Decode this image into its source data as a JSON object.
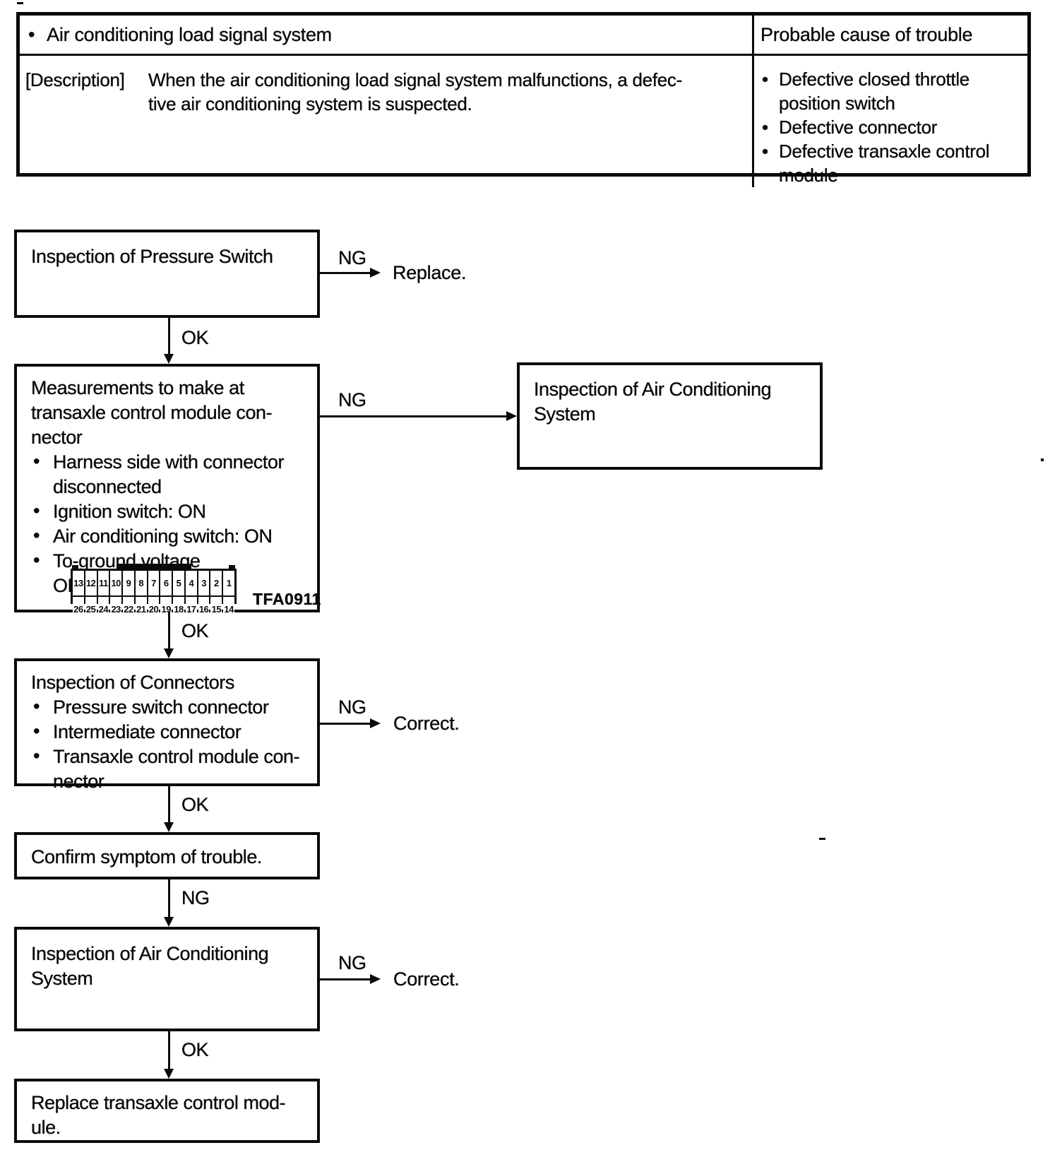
{
  "glyphs": {
    "bullet": "•"
  },
  "summary_table": {
    "system_title": "Air conditioning load signal system",
    "probable_cause_header": "Probable cause of trouble",
    "description_label": "[Description]",
    "description_lines": [
      "When the air conditioning load signal system malfunctions, a defec-",
      "tive air conditioning system is suspected."
    ],
    "probable_causes": [
      "Defective closed throttle position switch",
      "Defective connector",
      "Defective transaxle control module"
    ]
  },
  "flowchart": {
    "step1": {
      "title": "Inspection of Pressure Switch"
    },
    "step1_result": {
      "label": "NG",
      "action": "Replace."
    },
    "step1_ok": "OK",
    "step2": {
      "heading_lines": [
        "Measurements to make at",
        "transaxle control module con-",
        "nector"
      ],
      "bullets": [
        {
          "lines": [
            "Harness side with connector",
            "disconnected"
          ]
        },
        {
          "lines": [
            "Ignition switch: ON"
          ]
        },
        {
          "lines": [
            "Air conditioning switch: ON"
          ]
        },
        {
          "lines": [
            "To-ground voltage",
            "OK: Battery voltage"
          ]
        }
      ],
      "connector_diagram": {
        "top_row_pins": [
          "13",
          "12",
          "11",
          "10",
          "9",
          "8",
          "7",
          "6",
          "5",
          "4",
          "3",
          "2",
          "1"
        ],
        "bottom_row_pins": [
          "26",
          "25",
          "24",
          "23",
          "22",
          "21",
          "20",
          "19",
          "18",
          "17",
          "16",
          "15",
          "14"
        ],
        "figure_code": "TFA0911"
      }
    },
    "step2_result": {
      "label": "NG"
    },
    "step2_ok": "OK",
    "ac_inspection_box": {
      "lines": [
        "Inspection of Air Conditioning",
        "System"
      ]
    },
    "step3": {
      "heading": "Inspection of Connectors",
      "bullets": [
        {
          "lines": [
            "Pressure switch connector"
          ]
        },
        {
          "lines": [
            "Intermediate connector"
          ]
        },
        {
          "lines": [
            "Transaxle control module con-",
            "nector"
          ]
        }
      ]
    },
    "step3_result": {
      "label": "NG",
      "action": "Correct."
    },
    "step3_ok": "OK",
    "step4": {
      "title": "Confirm symptom of trouble."
    },
    "step4_ng": "NG",
    "step5": {
      "lines": [
        "Inspection of Air Conditioning",
        "System"
      ]
    },
    "step5_result": {
      "label": "NG",
      "action": "Correct."
    },
    "step5_ok": "OK",
    "step6": {
      "lines": [
        "Replace transaxle control mod-",
        "ule."
      ]
    }
  }
}
